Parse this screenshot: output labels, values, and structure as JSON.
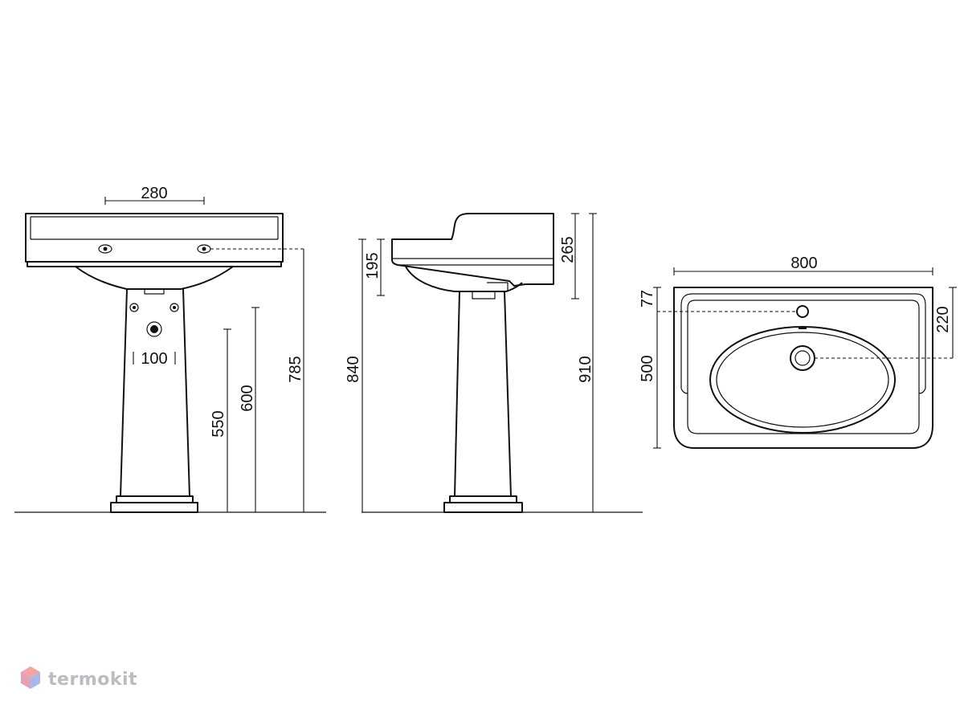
{
  "brand": {
    "name": "termokit"
  },
  "front_view": {
    "top_hole_spacing": "280",
    "drain_label": "100",
    "height_fixing": "785",
    "height_a": "600",
    "height_b": "550"
  },
  "side_view": {
    "depth_upper": "195",
    "total_height": "840",
    "upstand_height": "265",
    "full_height": "910"
  },
  "top_view": {
    "width": "800",
    "depth": "500",
    "tap_hole_offset": "77",
    "drain_offset": "220"
  }
}
